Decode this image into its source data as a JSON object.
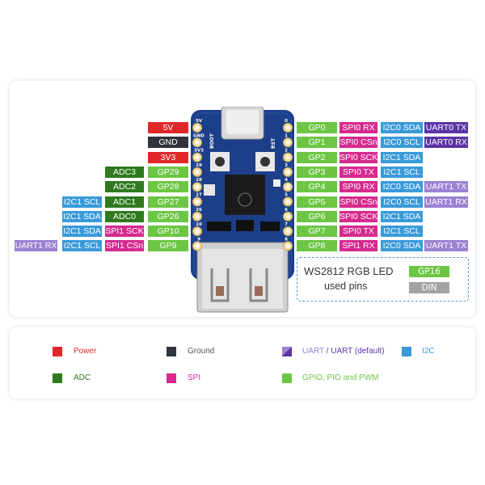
{
  "colors": {
    "power": "#e0282b",
    "ground": "#2f343b",
    "adc": "#2f7a1f",
    "gpio": "#6cc644",
    "spi": "#d62a8e",
    "i2c": "#3a9ad9",
    "uart": "#9b82d2",
    "uart_default": "#5a35a8",
    "din": "#a3a3a3"
  },
  "left_pins": [
    {
      "board": "5V",
      "labels": [
        {
          "text": "5V",
          "type": "power"
        }
      ]
    },
    {
      "board": "GND",
      "labels": [
        {
          "text": "GND",
          "type": "ground"
        }
      ]
    },
    {
      "board": "3V3",
      "labels": [
        {
          "text": "3V3",
          "type": "power"
        }
      ]
    },
    {
      "board": "29",
      "labels": [
        {
          "text": "GP29",
          "type": "gpio"
        },
        {
          "text": "ADC3",
          "type": "adc"
        }
      ]
    },
    {
      "board": "28",
      "labels": [
        {
          "text": "GP28",
          "type": "gpio"
        },
        {
          "text": "ADC2",
          "type": "adc"
        }
      ]
    },
    {
      "board": "27",
      "labels": [
        {
          "text": "GP27",
          "type": "gpio"
        },
        {
          "text": "ADC1",
          "type": "adc"
        },
        {
          "text": "I2C1 SCL",
          "type": "i2c"
        }
      ]
    },
    {
      "board": "26",
      "labels": [
        {
          "text": "GP26",
          "type": "gpio"
        },
        {
          "text": "ADC0",
          "type": "adc"
        },
        {
          "text": "I2C1 SDA",
          "type": "i2c"
        }
      ]
    },
    {
      "board": "10",
      "labels": [
        {
          "text": "GP10",
          "type": "gpio"
        },
        {
          "text": "SPI1 SCK",
          "type": "spi"
        },
        {
          "text": "I2C1 SDA",
          "type": "i2c"
        }
      ]
    },
    {
      "board": "9",
      "labels": [
        {
          "text": "GP9",
          "type": "gpio"
        },
        {
          "text": "SPI1 CSn",
          "type": "spi"
        },
        {
          "text": "I2C1 SCL",
          "type": "i2c"
        },
        {
          "text": "UART1 RX",
          "type": "uart"
        }
      ]
    }
  ],
  "right_pins": [
    {
      "board": "0",
      "labels": [
        {
          "text": "GP0",
          "type": "gpio"
        },
        {
          "text": "SPI0 RX",
          "type": "spi"
        },
        {
          "text": "I2C0 SDA",
          "type": "i2c"
        },
        {
          "text": "UART0 TX",
          "type": "uart_default"
        }
      ]
    },
    {
      "board": "1",
      "labels": [
        {
          "text": "GP1",
          "type": "gpio"
        },
        {
          "text": "SPI0 CSn",
          "type": "spi"
        },
        {
          "text": "I2C0 SCL",
          "type": "i2c"
        },
        {
          "text": "UART0 RX",
          "type": "uart_default"
        }
      ]
    },
    {
      "board": "2",
      "labels": [
        {
          "text": "GP2",
          "type": "gpio"
        },
        {
          "text": "SPI0 SCK",
          "type": "spi"
        },
        {
          "text": "I2C1 SDA",
          "type": "i2c"
        }
      ]
    },
    {
      "board": "3",
      "labels": [
        {
          "text": "GP3",
          "type": "gpio"
        },
        {
          "text": "SPI0 TX",
          "type": "spi"
        },
        {
          "text": "I2C1 SCL",
          "type": "i2c"
        }
      ]
    },
    {
      "board": "4",
      "labels": [
        {
          "text": "GP4",
          "type": "gpio"
        },
        {
          "text": "SPI0 RX",
          "type": "spi"
        },
        {
          "text": "I2C0 SDA",
          "type": "i2c"
        },
        {
          "text": "UART1 TX",
          "type": "uart"
        }
      ]
    },
    {
      "board": "5",
      "labels": [
        {
          "text": "GP5",
          "type": "gpio"
        },
        {
          "text": "SPI0 CSn",
          "type": "spi"
        },
        {
          "text": "I2C0 SCL",
          "type": "i2c"
        },
        {
          "text": "UART1 RX",
          "type": "uart"
        }
      ]
    },
    {
      "board": "6",
      "labels": [
        {
          "text": "GP6",
          "type": "gpio"
        },
        {
          "text": "SPI0 SCK",
          "type": "spi"
        },
        {
          "text": "I2C1 SDA",
          "type": "i2c"
        }
      ]
    },
    {
      "board": "7",
      "labels": [
        {
          "text": "GP7",
          "type": "gpio"
        },
        {
          "text": "SPI0 TX",
          "type": "spi"
        },
        {
          "text": "I2C1 SCL",
          "type": "i2c"
        }
      ]
    },
    {
      "board": "8",
      "labels": [
        {
          "text": "GP8",
          "type": "gpio"
        },
        {
          "text": "SPI1 RX",
          "type": "spi"
        },
        {
          "text": "I2C0 SDA",
          "type": "i2c"
        },
        {
          "text": "UART1 TX",
          "type": "uart"
        }
      ]
    }
  ],
  "board_silkscreen": {
    "boot": "BOOT",
    "rst": "RST"
  },
  "led": {
    "title": "WS2812 RGB LED",
    "subtitle": "used pins",
    "gpio": "GP16",
    "din": "DIN"
  },
  "legend": {
    "power": "Power",
    "ground": "Ground",
    "uart": "UART",
    "uart_sep": " / ",
    "uart_default": "UART (default)",
    "i2c": "I2C",
    "adc": "ADC",
    "spi": "SPI",
    "gpio": "GPIO, PIO and PWM"
  }
}
